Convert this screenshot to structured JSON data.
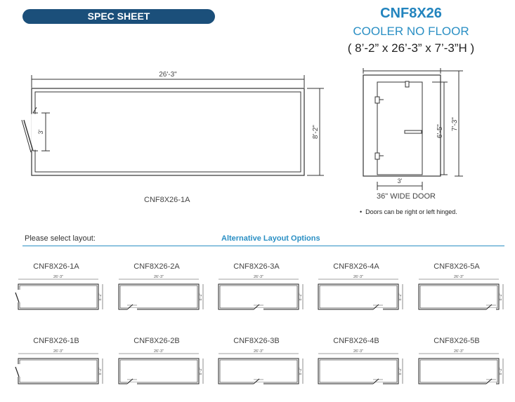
{
  "header": {
    "banner_label": "SPEC SHEET"
  },
  "model": {
    "code": "CNF8X26",
    "description": "COOLER NO FLOOR",
    "dimensions": "( 8’-2” x 26’-3” x 7’-3”H )"
  },
  "plan": {
    "length_label": "26'-3\"",
    "width_label": "8'-2\"",
    "door_label": "3'",
    "caption": "CNF8X26-1A"
  },
  "elevation": {
    "door_width_label": "3'",
    "door_height_label": "6'-5\"",
    "total_height_label": "7'-3\"",
    "caption": "36\" WIDE DOOR"
  },
  "note": "Doors can be right or left hinged.",
  "layouts": {
    "select_label": "Please select layout:",
    "alt_label": "Alternative Layout Options",
    "length_label": "26'-3\"",
    "width_label": "8'-2\"",
    "door_label": "3'",
    "items": [
      {
        "label": "CNF8X26-1A",
        "door": "left"
      },
      {
        "label": "CNF8X26-2A",
        "door": "bottom-left"
      },
      {
        "label": "CNF8X26-3A",
        "door": "bottom-center"
      },
      {
        "label": "CNF8X26-4A",
        "door": "bottom-right"
      },
      {
        "label": "CNF8X26-5A",
        "door": "bottom-right-end"
      },
      {
        "label": "CNF8X26-1B",
        "door": "left"
      },
      {
        "label": "CNF8X26-2B",
        "door": "bottom-left"
      },
      {
        "label": "CNF8X26-3B",
        "door": "bottom-center"
      },
      {
        "label": "CNF8X26-4B",
        "door": "bottom-right"
      },
      {
        "label": "CNF8X26-5B",
        "door": "bottom-right-end"
      }
    ]
  }
}
